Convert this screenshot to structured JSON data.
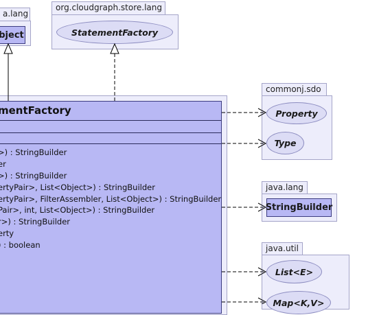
{
  "packages": {
    "lang_left": {
      "label": "a.lang",
      "class_name": "bject"
    },
    "store_lang": {
      "label": "org.cloudgraph.store.lang",
      "class_name": "StatementFactory"
    },
    "commonj_sdo": {
      "label": "commonj.sdo",
      "classes": [
        "Property",
        "Type"
      ]
    },
    "java_lang": {
      "label": "java.lang",
      "class_name": "StringBuilder"
    },
    "java_util": {
      "label": "java.util",
      "classes": [
        "List<E>",
        "Map<K,V>"
      ]
    }
  },
  "main_class": {
    "title": "mentFactory",
    "methods": [
      ">) : StringBuilder",
      "er",
      ">) : StringBuilder",
      "ertyPair>, List<Object>) : StringBuilder",
      "ertyPair>, FilterAssembler, List<Object>) : StringBuilder",
      "Pair>, int, List<Object>) : StringBuilder",
      "r>) : StringBuilder",
      "erty",
      ") : boolean"
    ]
  },
  "colors": {
    "class_fill": "#b8b8f4",
    "package_fill": "#ededfb",
    "interface_fill": "#dcdcf5",
    "line": "#000000"
  }
}
